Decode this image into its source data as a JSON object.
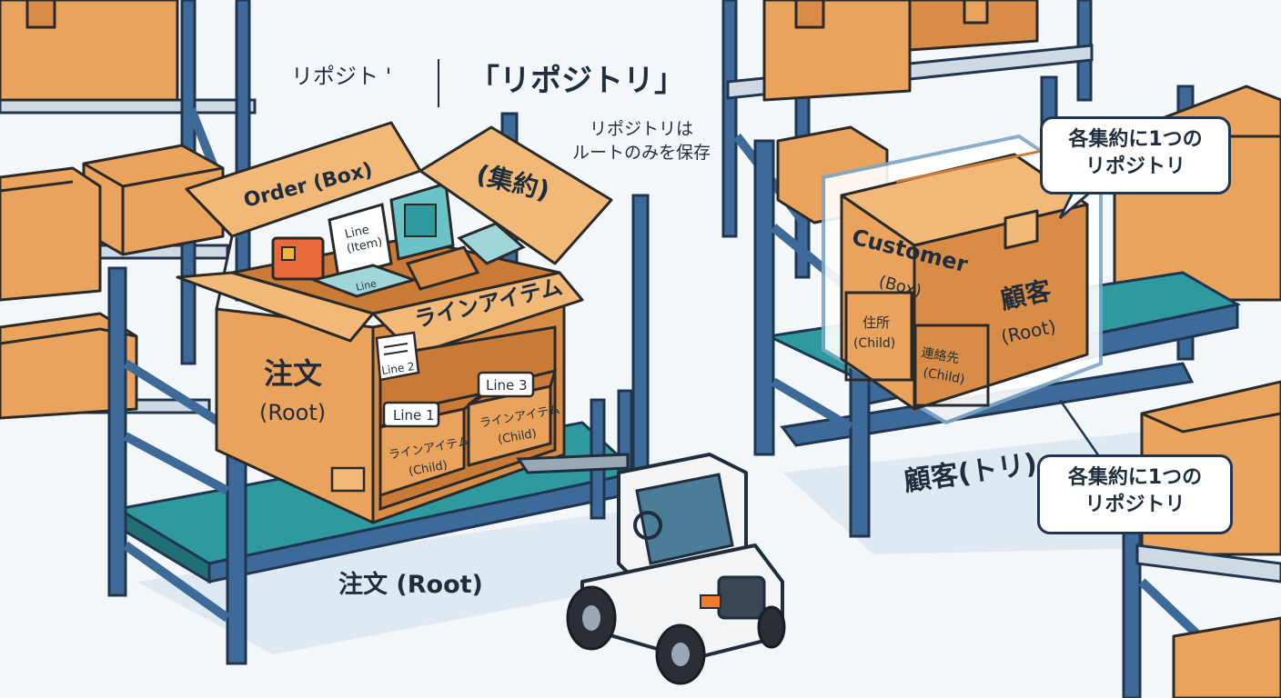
{
  "colors": {
    "background": "#f4f7fa",
    "rack": "#3d6a98",
    "rack_dark": "#2b4e74",
    "shelf_teal": "#2e9aa0",
    "box": "#e9a35c",
    "box_dark": "#d98c45",
    "box_light": "#f2b877",
    "outline": "#2a2a2a",
    "forklift": "#f2f4f6",
    "accent_orange": "#f07a2e"
  },
  "header": {
    "small_label": "リポジト '",
    "title": "「リポジトリ」",
    "note_line1": "リポジトリは",
    "note_line2": "ルートのみを保存"
  },
  "order_box": {
    "lid_label": "Order (Box)",
    "lid_label_jp": "(集約)",
    "front_label": "注文",
    "front_sub": "(Root)",
    "items_label": "ラインアイテム",
    "line_item_card": "Line",
    "line_item_card2": "(Item)",
    "line_small": "Line",
    "line1_tag": "Line 1",
    "line1_text": "ラインアイテム",
    "line1_sub": "(Child)",
    "line2_tag": "Line 2",
    "line3_tag": "Line 3",
    "line3_text": "ラインアイテム",
    "line3_sub": "(Child)",
    "shelf_label": "注文 (Root)"
  },
  "customer_box": {
    "top_label": "Customer",
    "top_sub": "(Box)",
    "main_label": "顧客",
    "main_sub": "(Root)",
    "child1_label": "住所",
    "child1_sub": "(Child)",
    "child2_label": "連絡先",
    "child2_sub": "(Child)",
    "shelf_label": "顧客(トリ)"
  },
  "callouts": {
    "top_line1": "各集約に1つの",
    "top_line2": "リポジトリ",
    "bottom_line1": "各集約に1つの",
    "bottom_line2": "リポジトリ"
  }
}
